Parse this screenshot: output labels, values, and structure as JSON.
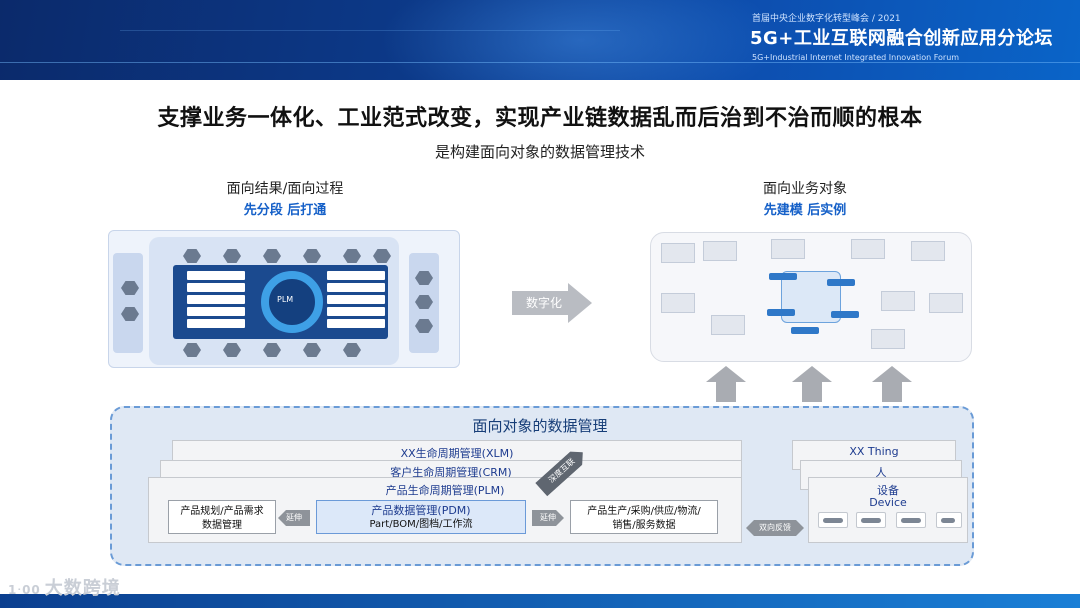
{
  "header": {
    "conference": "首届中央企业数字化转型峰会 / 2021",
    "title": "5G+工业互联网融合创新应用分论坛",
    "title_en": "5G+Industrial Internet Integrated Innovation Forum"
  },
  "slide": {
    "headline": "支撑业务一体化、工业范式改变，实现产业链数据乱而后治到不治而顺的根本",
    "subline": "是构建面向对象的数据管理技术"
  },
  "left": {
    "title": "面向结果/面向过程",
    "subtitle": "先分段 后打通",
    "center_label": "PLM"
  },
  "middle": {
    "arrow_label": "数字化"
  },
  "right": {
    "title": "面向业务对象",
    "subtitle": "先建模 后实例"
  },
  "panel": {
    "title": "面向对象的数据管理",
    "xlm": "XX生命周期管理(XLM)",
    "crm": "客户生命周期管理(CRM)",
    "plm": "产品生命周期管理(PLM)",
    "pdm_title": "产品数据管理(PDM)",
    "pdm_items": "Part/BOM/图档/工作流",
    "left_box_line1": "产品规划/产品需求",
    "left_box_line2": "数据管理",
    "right_box_line1": "产品生产/采购/供应/物流/",
    "right_box_line2": "销售/服务数据",
    "extend_left": "延伸",
    "extend_right": "延伸",
    "deep_link": "深度互联",
    "bidirectional": "双向反馈",
    "thing": "XX Thing",
    "person": "人",
    "device_cn": "设备",
    "device_en": "Device"
  },
  "footer": {
    "logo_prefix": "1ᐧ00",
    "logo_text": "大数跨境"
  },
  "colors": {
    "banner": "#0c3a8a",
    "accent_blue": "#1560c8",
    "panel_bg": "#dfe8f4",
    "panel_border": "#6a9bd6"
  }
}
